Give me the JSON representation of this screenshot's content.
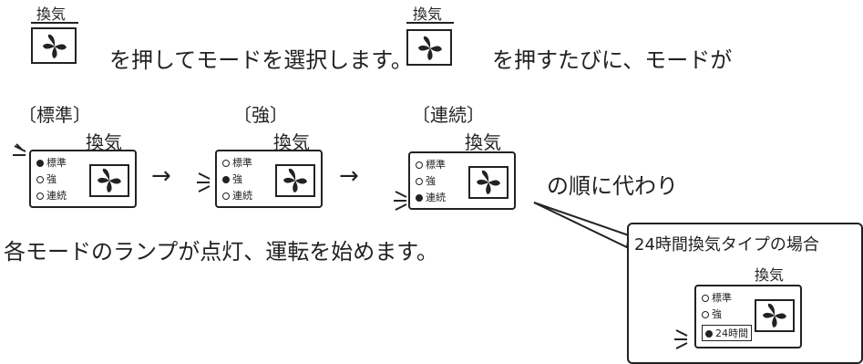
{
  "top": {
    "button1_label": "換気",
    "button2_label": "換気",
    "text1": "を押してモードを選択します。",
    "text2": "を押すたびに、モードが"
  },
  "modes": [
    {
      "bracket": "〔標準〕",
      "panel_title": "換気",
      "lamps": [
        "標準",
        "強",
        "連続"
      ],
      "active_index": 0
    },
    {
      "bracket": "〔強〕",
      "panel_title": "換気",
      "lamps": [
        "標準",
        "強",
        "連続"
      ],
      "active_index": 1
    },
    {
      "bracket": "〔連続〕",
      "panel_title": "換気",
      "lamps": [
        "標準",
        "強",
        "連続"
      ],
      "active_index": 2
    }
  ],
  "arrows": [
    "→",
    "→"
  ],
  "order_text": "の順に代わり",
  "bottom_text": "各モードのランプが点灯、運転を始めます。",
  "callout": {
    "title": "24時間換気タイプの場合",
    "panel_title": "換気",
    "lamps": [
      "標準",
      "強",
      "24時間"
    ],
    "active_index": 2
  },
  "icons": [
    "fan-icon",
    "lamp-indicator-icon",
    "arrow-right-icon",
    "light-rays-icon"
  ]
}
